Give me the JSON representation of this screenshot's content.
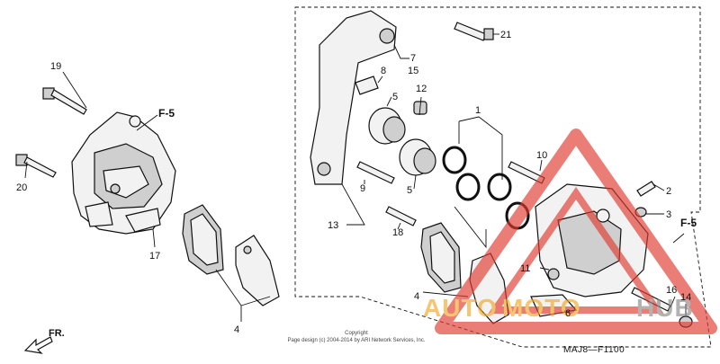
{
  "callouts": {
    "n1": "1",
    "n2": "2",
    "n3": "3",
    "n4a": "4",
    "n4b": "4",
    "n5a": "5",
    "n5b": "5",
    "n6": "6",
    "n7": "7",
    "n8": "8",
    "n9": "9",
    "n10": "10",
    "n11": "11",
    "n12": "12",
    "n13": "13",
    "n14": "14",
    "n15": "15",
    "n16": "16",
    "n17": "17",
    "n18": "18",
    "n19": "19",
    "n20": "20",
    "n21": "21"
  },
  "refs": {
    "f5_left": "F-5",
    "f5_right": "F-5",
    "fr": "FR."
  },
  "diagram_code": "MAJ8—F1100",
  "copyright_line1": "Copyright",
  "copyright_line2": "Page design (c) 2004-2014 by ARI Network Services, Inc.",
  "watermark": {
    "part1": "AUTO",
    "part2": "MOTO",
    "part3": "HUB",
    "orange": "#f4a623",
    "red": "#e03a2f",
    "gray": "#8a8a8a"
  }
}
